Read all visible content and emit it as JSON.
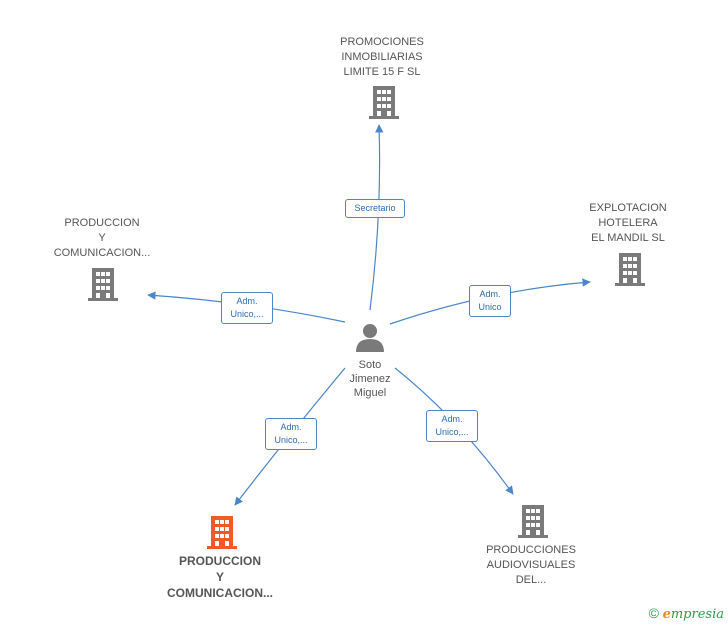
{
  "center": {
    "name": "Soto\nJimenez\nMiguel"
  },
  "companies": [
    {
      "id": "promociones",
      "name": "PROMOCIONES\nINMOBILIARIAS\nLIMITE 15 F SL",
      "role": "Secretario",
      "highlight": false
    },
    {
      "id": "explotacion",
      "name": "EXPLOTACION\nHOTELERA\nEL MANDIL  SL",
      "role": "Adm.\nUnico",
      "highlight": false
    },
    {
      "id": "produccion-left",
      "name": "PRODUCCION\nY\nCOMUNICACION...",
      "role": "Adm.\nUnico,...",
      "highlight": false
    },
    {
      "id": "produccion-bottom",
      "name": "PRODUCCION\nY\nCOMUNICACION...",
      "role": "Adm.\nUnico,...",
      "highlight": true
    },
    {
      "id": "audiovisuales",
      "name": "PRODUCCIONES\nAUDIOVISUALES\nDEL...",
      "role": "Adm.\nUnico,...",
      "highlight": false
    }
  ],
  "colors": {
    "edge": "#4a86c8",
    "building": "#7a7a7a",
    "building_highlight": "#f05a28",
    "person": "#7a7a7a"
  },
  "icons": {
    "company": "building-icon",
    "person": "person-icon"
  },
  "footer": {
    "copyright": "©",
    "brand_initial": "e",
    "brand_rest": "mpresia"
  }
}
